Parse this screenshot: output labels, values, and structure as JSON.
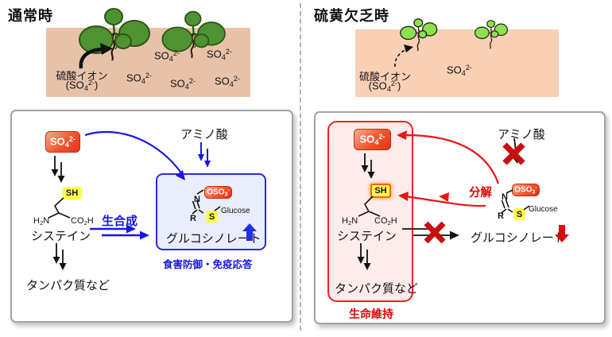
{
  "top_left": {
    "title": "通常時",
    "sulfate_ion_label": "硫酸イオン"
  },
  "top_right": {
    "title": "硫黄欠乏時",
    "sulfate_ion_label": "硫酸イオン"
  },
  "bottom_left": {
    "amino_acid": "アミノ酸",
    "biosynthesis": "生合成",
    "cysteine": "システイン",
    "glucosinolate": "グルコシノレート",
    "defense_caption": "食害防御・免疫応答",
    "proteins": "タンパク質など"
  },
  "bottom_right": {
    "amino_acid": "アミノ酸",
    "decomposition": "分解",
    "cysteine": "システイン",
    "glucosinolate": "グルコシノレート",
    "life_caption": "生命維持",
    "proteins": "タンパク質など"
  },
  "formulas": {
    "so4": {
      "base": "SO",
      "sub": "4",
      "sup": "2-"
    },
    "oso3": {
      "base": "OSO",
      "sub": "3",
      "sup": "-"
    },
    "h2n": {
      "base": "H",
      "sub": "2",
      "post": "N"
    },
    "co2h": {
      "base": "CO",
      "sub": "2",
      "post": "H"
    },
    "sh": "SH",
    "s": "S",
    "r": "R",
    "n": "N",
    "glucose": "Glucose",
    "paren_open": "(",
    "paren_close": ")"
  },
  "colors": {
    "soil_normal": "#e7c2a9",
    "soil_deficient": "#f9cfb5",
    "plant_normal": "#4f9232",
    "plant_deficient": "#8de14e",
    "sulfate_badge": "#e73114",
    "thiol_highlight": "#ffff4a",
    "pathway_blue": "#1616e8",
    "pathway_red": "#dd0606"
  }
}
